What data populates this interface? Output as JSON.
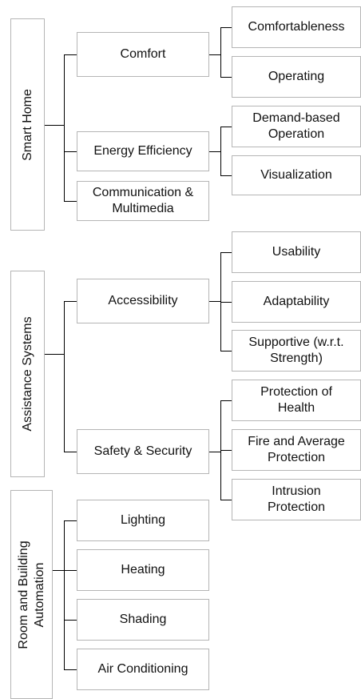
{
  "groups": [
    {
      "label": "Smart Home",
      "children": [
        {
          "label": "Comfort",
          "children": [
            "Comfortableness",
            "Operating"
          ]
        },
        {
          "label": "Energy Efficiency",
          "children": [
            "Demand-based\nOperation",
            "Visualization"
          ]
        },
        {
          "label": "Communication &\nMultimedia",
          "children": []
        }
      ]
    },
    {
      "label": "Assistance Systems",
      "children": [
        {
          "label": "Accessibility",
          "children": [
            "Usability",
            "Adaptability",
            "Supportive (w.r.t.\nStrength)"
          ]
        },
        {
          "label": "Safety & Security",
          "children": [
            "Protection of\nHealth",
            "Fire and Average\nProtection",
            "Intrusion\nProtection"
          ]
        }
      ]
    },
    {
      "label": "Room and Building\nAutomation",
      "children": [
        {
          "label": "Lighting",
          "children": []
        },
        {
          "label": "Heating",
          "children": []
        },
        {
          "label": "Shading",
          "children": []
        },
        {
          "label": "Air Conditioning",
          "children": []
        }
      ]
    }
  ]
}
